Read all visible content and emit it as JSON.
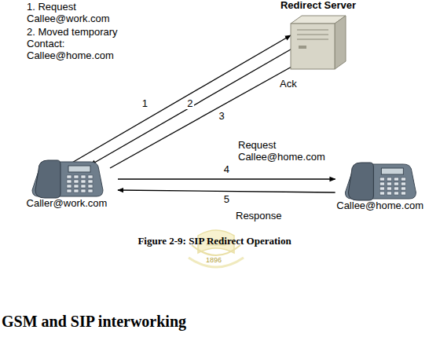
{
  "diagram": {
    "caption": "Figure 2-9: SIP Redirect Operation",
    "nodes": [
      {
        "text": [
          "Redirect Server"
        ]
      },
      {
        "text": [
          "Caller@work.com"
        ]
      },
      {
        "text": [
          "Callee@home.com"
        ]
      }
    ],
    "edges": [
      {
        "from": 1,
        "to": 0,
        "arrow": "to",
        "label": "1"
      },
      {
        "from": 0,
        "to": 1,
        "arrow": "to",
        "label": "2"
      },
      {
        "from": 1,
        "to": 0,
        "arrow": "to",
        "label": "3"
      },
      {
        "from": 1,
        "to": 2,
        "arrow": "to",
        "label": "4"
      },
      {
        "from": 2,
        "to": 1,
        "arrow": "to",
        "label": "5"
      }
    ],
    "labels": [
      "1. Request Callee@work.com",
      "2. Moved temporary Contact: Callee@home.com",
      "Ack",
      "Request Callee@home.com",
      "Response",
      "1896",
      "GSM and SIP interworking"
    ]
  }
}
